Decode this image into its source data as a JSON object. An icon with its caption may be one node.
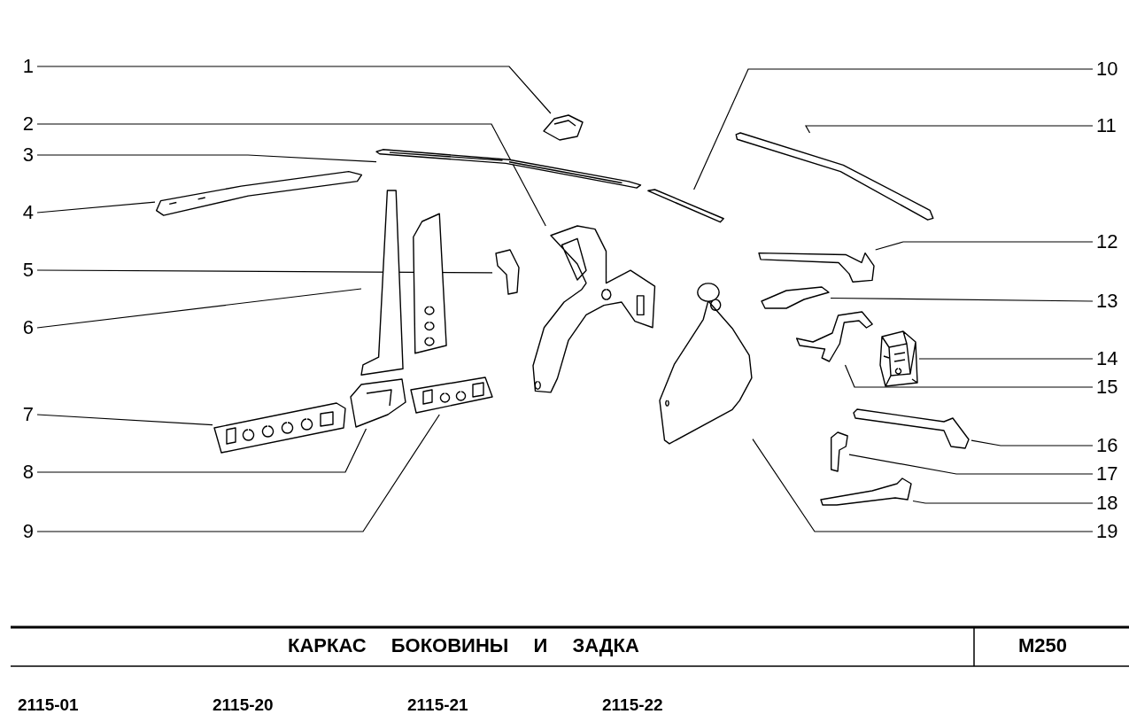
{
  "diagram": {
    "title": "КАРКАС БОКОВИНЫ И ЗАДКА",
    "nodes": [
      {
        "text": [
          "1"
        ]
      },
      {
        "text": [
          "2"
        ]
      },
      {
        "text": [
          "3"
        ]
      },
      {
        "text": [
          "4"
        ]
      },
      {
        "text": [
          "5"
        ]
      },
      {
        "text": [
          "6"
        ]
      },
      {
        "text": [
          "7"
        ]
      },
      {
        "text": [
          "8"
        ]
      },
      {
        "text": [
          "9"
        ]
      },
      {
        "text": [
          "10"
        ]
      },
      {
        "text": [
          "11"
        ]
      },
      {
        "text": [
          "12"
        ]
      },
      {
        "text": [
          "13"
        ]
      },
      {
        "text": [
          "14"
        ]
      },
      {
        "text": [
          "15"
        ]
      },
      {
        "text": [
          "16"
        ]
      },
      {
        "text": [
          "17"
        ]
      },
      {
        "text": [
          "18"
        ]
      },
      {
        "text": [
          "19"
        ]
      },
      {
        "text": [],
        "shape": "picture"
      },
      {
        "text": [],
        "shape": "picture"
      },
      {
        "text": [],
        "shape": "picture"
      },
      {
        "text": [],
        "shape": "picture"
      },
      {
        "text": [],
        "shape": "picture"
      },
      {
        "text": [],
        "shape": "picture"
      },
      {
        "text": [],
        "shape": "picture"
      },
      {
        "text": [],
        "shape": "picture"
      },
      {
        "text": [],
        "shape": "picture"
      },
      {
        "text": [],
        "shape": "picture"
      },
      {
        "text": [],
        "shape": "picture"
      },
      {
        "text": [],
        "shape": "picture"
      },
      {
        "text": [],
        "shape": "picture"
      },
      {
        "text": [],
        "shape": "picture"
      },
      {
        "text": [],
        "shape": "picture"
      },
      {
        "text": [],
        "shape": "picture"
      },
      {
        "text": [],
        "shape": "picture"
      },
      {
        "text": [],
        "shape": "picture"
      },
      {
        "text": [],
        "shape": "picture"
      }
    ],
    "edges": [
      {
        "from": 0,
        "to": 19,
        "arrow": "none"
      },
      {
        "from": 1,
        "to": 20,
        "arrow": "none"
      },
      {
        "from": 2,
        "to": 21,
        "arrow": "none"
      },
      {
        "from": 3,
        "to": 22,
        "arrow": "none"
      },
      {
        "from": 4,
        "to": 23,
        "arrow": "none"
      },
      {
        "from": 5,
        "to": 24,
        "arrow": "none"
      },
      {
        "from": 6,
        "to": 25,
        "arrow": "none"
      },
      {
        "from": 7,
        "to": 26,
        "arrow": "none"
      },
      {
        "from": 8,
        "to": 27,
        "arrow": "none"
      },
      {
        "from": 9,
        "to": 28,
        "arrow": "none"
      },
      {
        "from": 10,
        "to": 29,
        "arrow": "none"
      },
      {
        "from": 11,
        "to": 30,
        "arrow": "none"
      },
      {
        "from": 12,
        "to": 31,
        "arrow": "none"
      },
      {
        "from": 13,
        "to": 32,
        "arrow": "none"
      },
      {
        "from": 14,
        "to": 33,
        "arrow": "none"
      },
      {
        "from": 15,
        "to": 34,
        "arrow": "none"
      },
      {
        "from": 16,
        "to": 35,
        "arrow": "none"
      },
      {
        "from": 17,
        "to": 36,
        "arrow": "none"
      },
      {
        "from": 18,
        "to": 37,
        "arrow": "none"
      }
    ],
    "labels": [
      "M250",
      "2115-01",
      "2115-20",
      "2115-21",
      "2115-22"
    ]
  }
}
